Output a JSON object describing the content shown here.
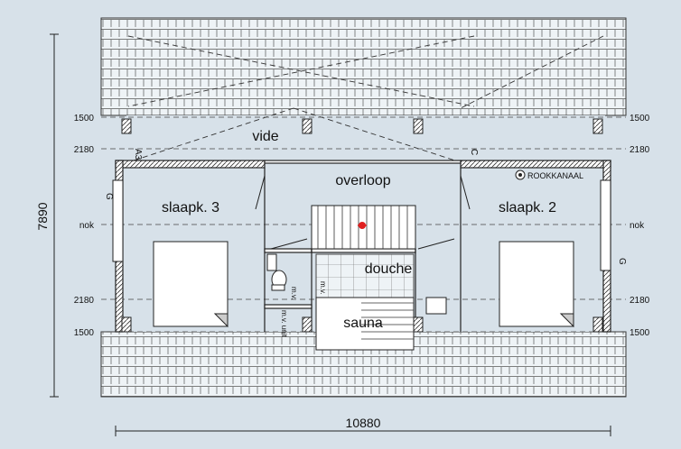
{
  "dimensions": {
    "width_label": "10880",
    "height_label": "7890"
  },
  "levels": {
    "left": [
      "1500",
      "2180",
      "nok",
      "2180",
      "1500"
    ],
    "right": [
      "1500",
      "2180",
      "nok",
      "2180",
      "1500"
    ]
  },
  "rooms": {
    "vide": "vide",
    "overloop": "overloop",
    "slaapk3": "slaapk. 3",
    "slaapk2": "slaapk. 2",
    "douche": "douche",
    "sauna": "sauna"
  },
  "annotations": {
    "rookkanaal": "ROOKKANAAL",
    "a3": "A3",
    "c": "C",
    "g_left": "G",
    "g_right": "G",
    "mv1": "m.v.",
    "mv2": "m.v.",
    "mv_unit": "m.v. unit"
  }
}
